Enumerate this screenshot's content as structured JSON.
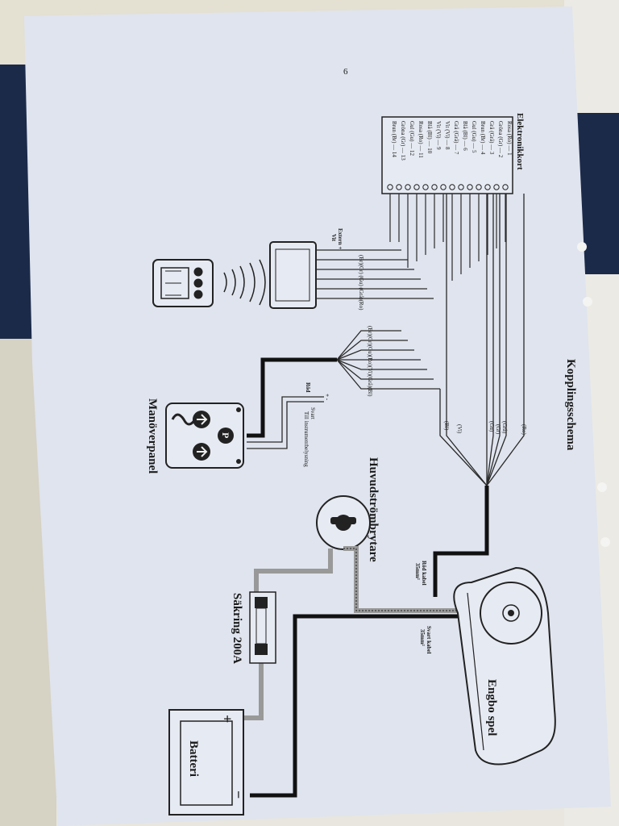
{
  "page_number": "6",
  "title": "Kopplingsschema",
  "terminal_block": {
    "title": "Elektronikkort",
    "rows": [
      {
        "color": "Rosa",
        "code": "(Ro)",
        "num": "1"
      },
      {
        "color": "Gröna",
        "code": "(Gr)",
        "num": "2"
      },
      {
        "color": "Grå",
        "code": "(Grå)",
        "num": "3"
      },
      {
        "color": "Brun",
        "code": "(Br)",
        "num": "4"
      },
      {
        "color": "Gul",
        "code": "(Gu)",
        "num": "5"
      },
      {
        "color": "Blå",
        "code": "(Bl)",
        "num": "6"
      },
      {
        "color": "Grå",
        "code": "(Grå)",
        "num": "7"
      },
      {
        "color": "Vit",
        "code": "(Vi)",
        "num": "8"
      },
      {
        "color": "Vit",
        "code": "(Vi)",
        "num": "9"
      },
      {
        "color": "Blå",
        "code": "(Bl)",
        "num": "10"
      },
      {
        "color": "Rosa",
        "code": "(Ro)",
        "num": "11"
      },
      {
        "color": "Gul",
        "code": "(Gu)",
        "num": "12"
      },
      {
        "color": "Gröna",
        "code": "(Gr)",
        "num": "13"
      },
      {
        "color": "Brun",
        "code": "(Br)",
        "num": "14"
      }
    ]
  },
  "receiver": {
    "extern_label": "Extern +",
    "vit_label": "Vit",
    "wire_codes": "(Br)(Gr)  (Gu)  (Grå)(Ro)"
  },
  "connector_codes": "(Br)(Gr)(Gu)(Ro)(Vi)(Grå)(Bl)",
  "panel": {
    "title": "Manöverpanel",
    "red_label": "Röd",
    "black_label": "Svart",
    "plus_minus": "+ -",
    "instrument_label": "Till instrumentbelysning",
    "p_button": "P"
  },
  "motor_wire_codes": [
    "(Bl)",
    "(Vi)",
    "(Gu)",
    "(Gr)",
    "(Grå)",
    "(Ro)"
  ],
  "main_switch": {
    "title": "Huvudströmbrytare"
  },
  "red_cable": {
    "line1": "Röd kabel",
    "line2": "35mm²"
  },
  "black_cable": {
    "line1": "Svart kabel",
    "line2": "35mm²"
  },
  "winch": {
    "title": "Engbo spel"
  },
  "fuse": {
    "title": "Säkring 200A"
  },
  "battery": {
    "title": "Batteri",
    "plus": "+",
    "minus": "−"
  }
}
